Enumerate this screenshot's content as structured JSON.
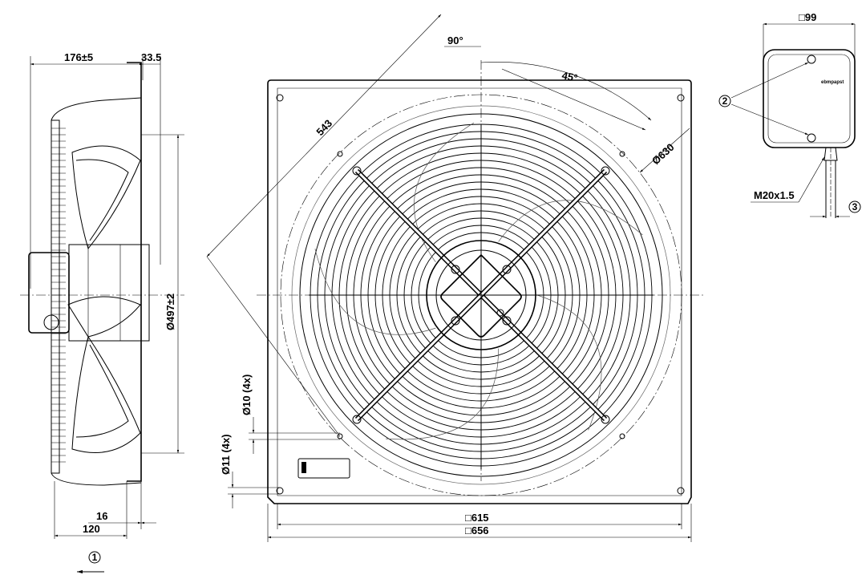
{
  "side_view": {
    "depth_dim": "176±5",
    "offset_dim": "33.5",
    "diameter_dim": "Ø497±2",
    "bottom_dim_small": "16",
    "bottom_dim_large": "120",
    "airflow_marker": "1"
  },
  "front_view": {
    "diag_dim": "543",
    "angle_90": "90°",
    "angle_45": "45°",
    "bolt_circle": "Ø630",
    "hole_10": "Ø10 (4x)",
    "hole_11": "Ø11 (4x)",
    "width_615": "□615",
    "width_656": "□656"
  },
  "terminal_box": {
    "box_width": "□99",
    "screws_marker": "2",
    "cable_gland": "M20x1.5",
    "cable_marker": "3",
    "brand_text": "ebmpapst"
  }
}
